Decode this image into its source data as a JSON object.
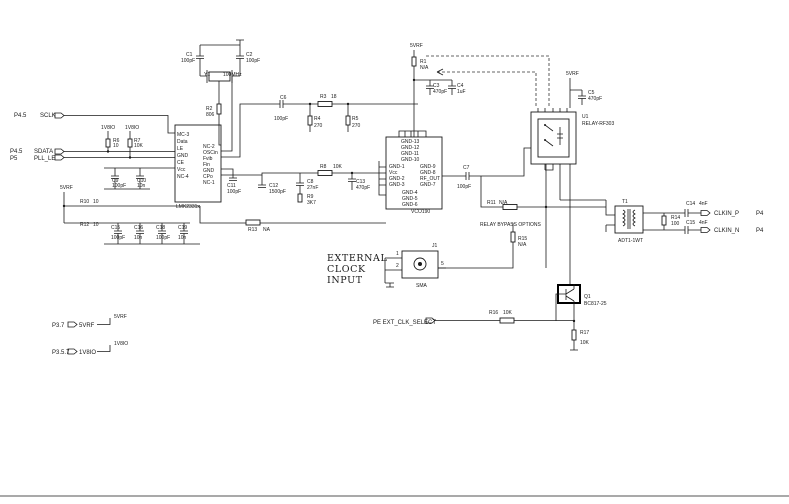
{
  "ports": {
    "p4_5_sclk": "P4.5",
    "sclk": "SCLK",
    "p4_5_sdata": "P4.5",
    "sdata": "SDATA",
    "p5": "P5",
    "pll_le": "PLL_LE",
    "p3_7": "P3.7",
    "p3_7_net": "5VRF",
    "p3_5_7": "P3.5.7",
    "p3_5_7_net": "1V8IO",
    "clkin_p": "CLKIN_P",
    "clkin_n": "CLKIN_N",
    "p4_right_p": "P4",
    "p4_right_n": "P4",
    "pe_select": "PE EXT_CLK_SELECT"
  },
  "rails": {
    "v1v8io_a": "1V8IO",
    "v1v8io_b": "1V8IO",
    "v5vrf_left": "5VRF",
    "v5vrf_top": "5VRF",
    "v5vrf_relay": "5VRF",
    "v5vrf_p37": "5VRF",
    "v1v8io_p357": "1V8IO"
  },
  "components": {
    "c1": "C1",
    "c1_val": "100pF",
    "c2": "C2",
    "c2_val": "100pF",
    "y1": "Y1",
    "y1_val": "100MHz",
    "r2": "R2",
    "r2_val": "806",
    "r6": "R6",
    "r6_val": "10",
    "r7": "R7",
    "r7_val": "10K",
    "c9": "C9",
    "c9_val": "100pF",
    "c10": "C10",
    "c10_val": "10n",
    "u2_name": "LMK2331x",
    "u2_pins_left": [
      "MC-3",
      "Data",
      "LE",
      "GND",
      "CE",
      "Vcc",
      "NC-4"
    ],
    "u2_pins_right": [
      "NC-2",
      "OSCin",
      "Fvib",
      "Fin",
      "GND",
      "CPo",
      "NC-1"
    ],
    "c6": "C6",
    "c6_val": "100pF",
    "r3": "R3",
    "r3_val": "18",
    "r4": "R4",
    "r4_val": "270",
    "r5": "R5",
    "r5_val": "270",
    "c11": "C11",
    "c11_val": "100pF",
    "c12": "C12",
    "c12_val": "1500pF",
    "c8": "C8",
    "c8_val": "27nF",
    "r8": "R8",
    "r8_val": "10K",
    "r9": "R9",
    "r9_val": "3K7",
    "c13": "C13",
    "c13_val": "470pF",
    "r10": "R10",
    "r10_val": "10",
    "r12": "R12",
    "r12_val": "10",
    "r13": "R13",
    "r13_val": "NA",
    "c15": "C15",
    "c15_val": "100pF",
    "c16": "C16",
    "c16_val": "10n",
    "c18": "C18",
    "c18_val": "100pF",
    "c19": "C19",
    "c19_val": "10n",
    "r1": "R1",
    "r1_val": "N/A",
    "c3": "C3",
    "c3_val": "470pF",
    "c4": "C4",
    "c4_val": "1uF",
    "u3_name": "VCO190",
    "u3_pins_left": [
      "GND-1",
      "Vcc",
      "GND-2",
      "GND-3"
    ],
    "u3_pins_right": [
      "GND-9",
      "GND-8",
      "RF_OUT",
      "GND-7"
    ],
    "u3_top_pins": [
      "GND-13",
      "GND-12",
      "GND-11",
      "GND-10"
    ],
    "u3_bottom_pins": [
      "GND-4",
      "GND-5",
      "GND-6"
    ],
    "c7": "C7",
    "c7_val": "100pF",
    "r11": "R11",
    "r11_val": "N/A",
    "relay_bypass": "RELAY BYPASS OPTIONS",
    "r15": "R15",
    "r15_val": "N/A",
    "u1": "U1",
    "u1_val": "RELAY-RF303",
    "c5": "C5",
    "c5_val": "470pF",
    "t1": "T1",
    "t1_val": "ADT1-1WT",
    "c14": "C14",
    "c14_val": "4nF",
    "c15b": "C15",
    "c15b_val": "4nF",
    "r14": "R14",
    "r14_val": "100",
    "j1": "J1",
    "j1_val": "SMA",
    "q1": "Q1",
    "q1_val": "BC817-25",
    "r16": "R16",
    "r16_val": "10K",
    "r17": "R17",
    "r17_val": "10K"
  },
  "annotation": {
    "ext_line1": "EXTERNAL",
    "ext_line2": "CLOCK",
    "ext_line3": "INPUT"
  }
}
